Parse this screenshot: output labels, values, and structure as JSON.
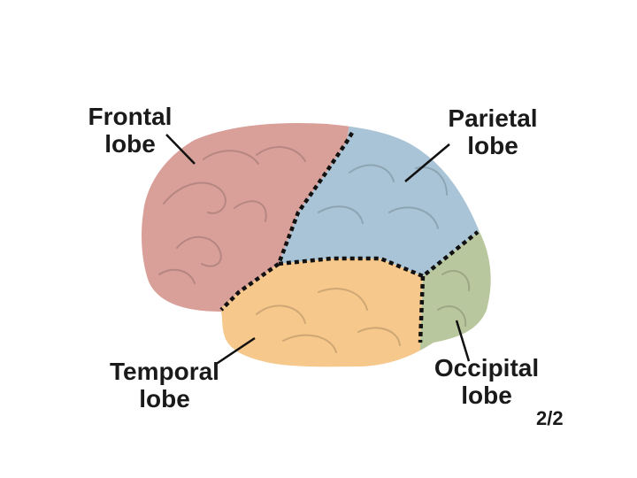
{
  "labels": {
    "frontal": {
      "line1": "Frontal",
      "line2": "lobe"
    },
    "parietal": {
      "line1": "Parietal",
      "line2": "lobe"
    },
    "temporal": {
      "line1": "Temporal",
      "line2": "lobe"
    },
    "occipital": {
      "line1": "Occipital",
      "line2": "lobe"
    }
  },
  "page_indicator": "2/2",
  "colors": {
    "frontal": "#d9a09a",
    "parietal": "#a9c4d6",
    "temporal": "#f6c88c",
    "occipital": "#b9c79e",
    "boundary": "#111111",
    "background": "#ffffff"
  }
}
